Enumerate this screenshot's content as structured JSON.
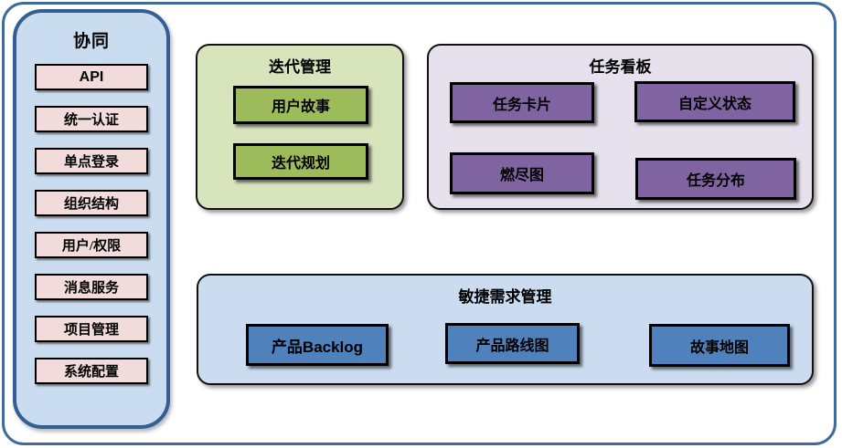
{
  "colors": {
    "frame_border": "#40699C",
    "sidebar_bg": "#CADCF0",
    "sidebar_border": "#365F91",
    "sidebar_item_bg": "#F2DCDB",
    "iteration_group_bg": "#D8E4BC",
    "iteration_item_bg": "#9CBB5A",
    "taskboard_group_bg": "#E6E1EC",
    "taskboard_item_bg": "#8064A2",
    "requirements_group_bg": "#CBDCF1",
    "requirements_item_bg": "#4F81BD",
    "node_border": "#000000",
    "text": "#000000"
  },
  "sidebar": {
    "title": "协同",
    "items": [
      {
        "label": "API"
      },
      {
        "label": "统一认证"
      },
      {
        "label": "单点登录"
      },
      {
        "label": "组织结构"
      },
      {
        "label": "用户/权限"
      },
      {
        "label": "消息服务"
      },
      {
        "label": "项目管理"
      },
      {
        "label": "系统配置"
      }
    ]
  },
  "groups": {
    "iteration": {
      "title": "迭代管理",
      "items": [
        {
          "label": "用户故事"
        },
        {
          "label": "迭代规划"
        }
      ]
    },
    "taskboard": {
      "title": "任务看板",
      "items": [
        {
          "label": "任务卡片"
        },
        {
          "label": "自定义状态"
        },
        {
          "label": "燃尽图"
        },
        {
          "label": "任务分布"
        }
      ]
    },
    "requirements": {
      "title": "敏捷需求管理",
      "items": [
        {
          "label": "产品Backlog"
        },
        {
          "label": "产品路线图"
        },
        {
          "label": "故事地图"
        }
      ]
    }
  }
}
